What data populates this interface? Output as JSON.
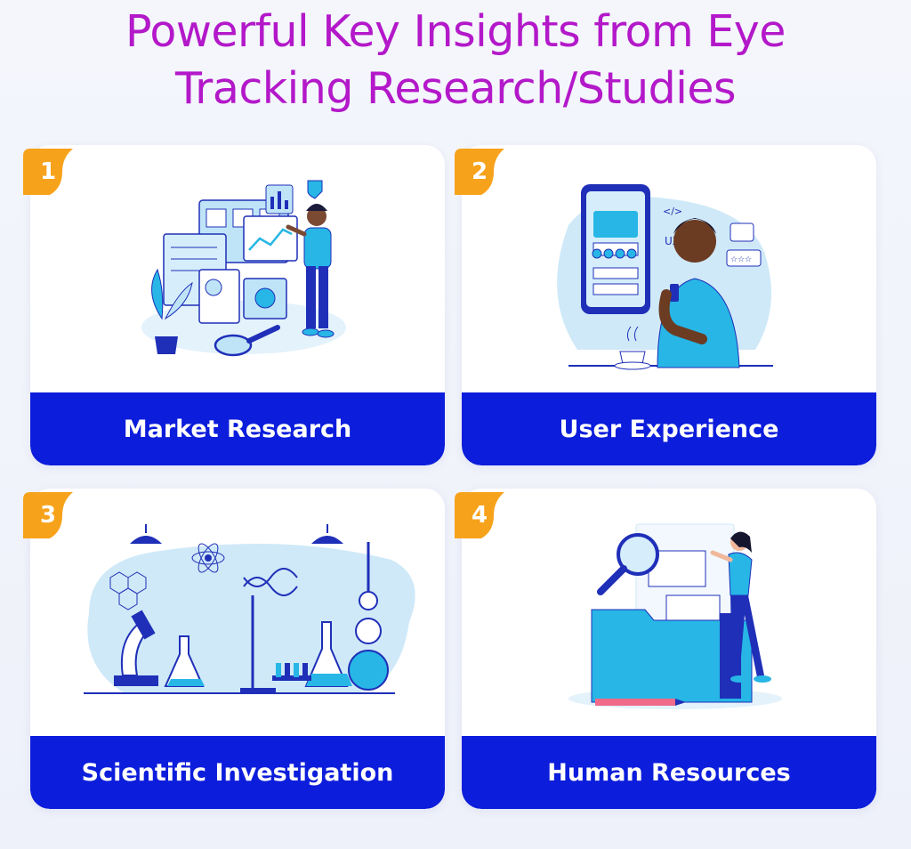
{
  "header": {
    "title_line1": "Powerful Key Insights from Eye",
    "title_line2": "Tracking Research/Studies"
  },
  "colors": {
    "title": "#b318c9",
    "caption_bar": "#0c1ddb",
    "badge": "#f7a21b",
    "illustration_light": "#bfe4f7",
    "illustration_mid": "#27b6e6",
    "illustration_dark": "#1f2fb8"
  },
  "cards": [
    {
      "number": "1",
      "label": "Market Research",
      "icon": "market-research-illustration"
    },
    {
      "number": "2",
      "label": "User Experience",
      "icon": "user-experience-illustration"
    },
    {
      "number": "3",
      "label": "Scientific Investigation",
      "icon": "science-lab-illustration"
    },
    {
      "number": "4",
      "label": "Human Resources",
      "icon": "human-resources-illustration"
    }
  ]
}
